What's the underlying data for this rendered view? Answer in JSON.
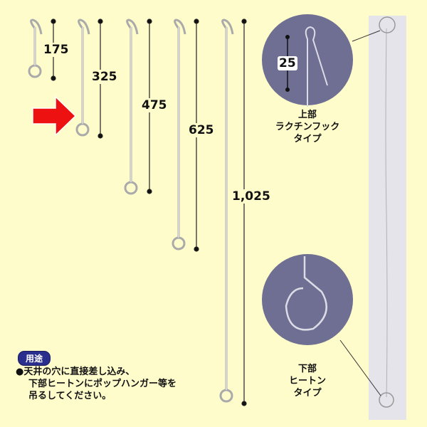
{
  "hooks": [
    {
      "length_label": "175"
    },
    {
      "length_label": "325",
      "highlighted": true
    },
    {
      "length_label": "475"
    },
    {
      "length_label": "625"
    },
    {
      "length_label": "1,025"
    }
  ],
  "highlight_arrow": {
    "icon": "red-right-arrow-icon",
    "color": "#ee1111"
  },
  "top_detail": {
    "dimension": "25",
    "caption_lines": [
      "上部",
      "ラクチンフック",
      "タイプ"
    ]
  },
  "bottom_detail": {
    "caption_lines": [
      "下部",
      "ヒートン",
      "タイプ"
    ]
  },
  "usage": {
    "badge": "用途",
    "lines": [
      "●天井の穴に直接差し込み、",
      "下部ヒートンにポップハンガー等を",
      "吊るしてください。"
    ]
  },
  "colors": {
    "background": "#fffccb",
    "badge": "#2a2e8c",
    "detail_circle": "#6f6f93",
    "panel": "#e6e6ec"
  }
}
